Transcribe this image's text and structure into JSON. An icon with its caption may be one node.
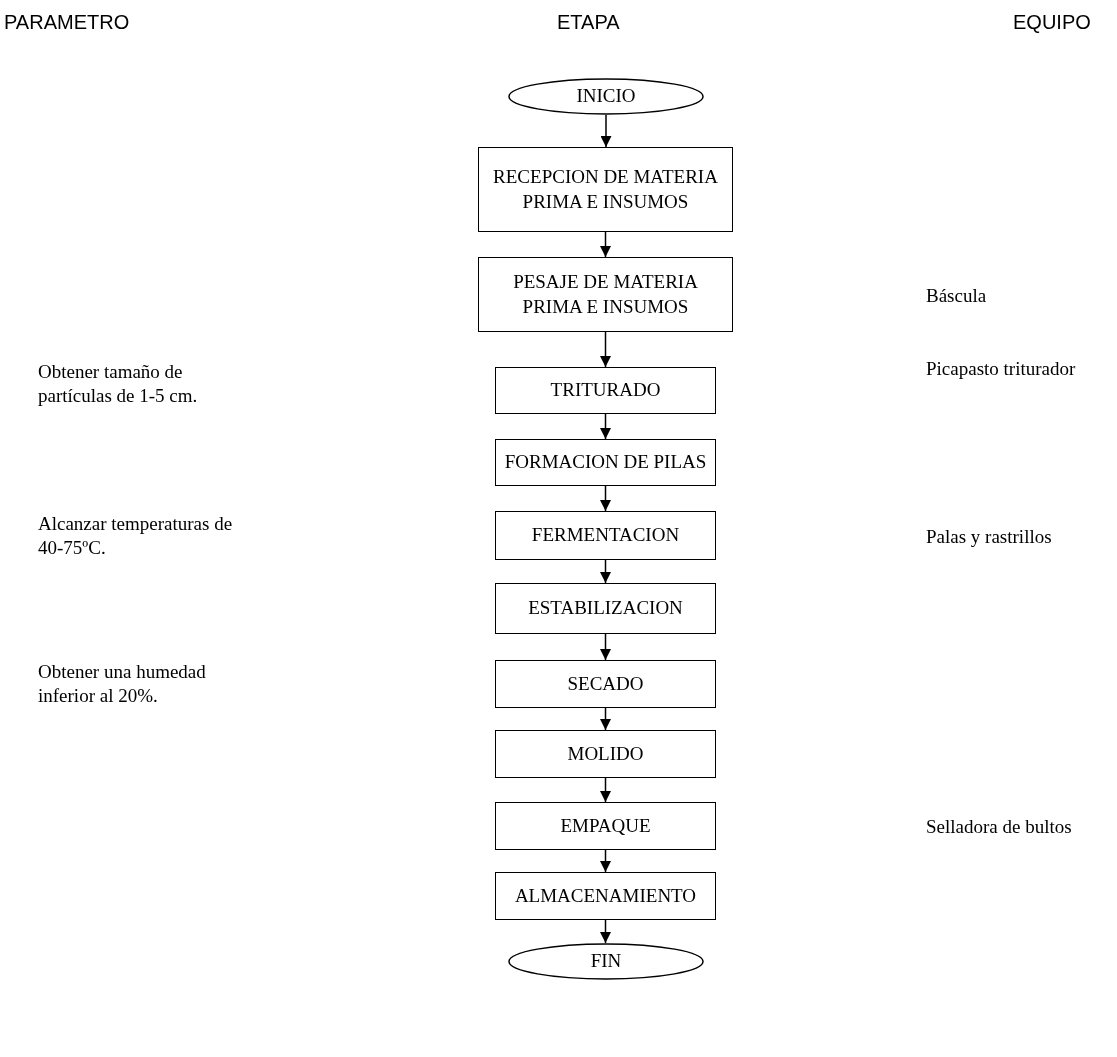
{
  "diagram": {
    "nodes": [
      {
        "text": [
          "INICIO"
        ]
      },
      {
        "text": [
          "RECEPCION DE MATERIA PRIMA E INSUMOS"
        ]
      },
      {
        "text": [
          "PESAJE DE MATERIA PRIMA E INSUMOS"
        ]
      },
      {
        "text": [
          "TRITURADO"
        ]
      },
      {
        "text": [
          "FORMACION DE PILAS"
        ]
      },
      {
        "text": [
          "FERMENTACION"
        ]
      },
      {
        "text": [
          "ESTABILIZACION"
        ]
      },
      {
        "text": [
          "SECADO"
        ]
      },
      {
        "text": [
          "MOLIDO"
        ]
      },
      {
        "text": [
          "EMPAQUE"
        ]
      },
      {
        "text": [
          "ALMACENAMIENTO"
        ]
      },
      {
        "text": [
          "FIN"
        ]
      }
    ],
    "edges": [
      {
        "from": 0,
        "to": 1,
        "arrow": "to"
      },
      {
        "from": 1,
        "to": 2,
        "arrow": "to"
      },
      {
        "from": 2,
        "to": 3,
        "arrow": "to"
      },
      {
        "from": 3,
        "to": 4,
        "arrow": "to"
      },
      {
        "from": 4,
        "to": 5,
        "arrow": "to"
      },
      {
        "from": 5,
        "to": 6,
        "arrow": "to"
      },
      {
        "from": 6,
        "to": 7,
        "arrow": "to"
      },
      {
        "from": 7,
        "to": 8,
        "arrow": "to"
      },
      {
        "from": 8,
        "to": 9,
        "arrow": "to"
      },
      {
        "from": 9,
        "to": 10,
        "arrow": "to"
      },
      {
        "from": 10,
        "to": 11,
        "arrow": "to"
      }
    ],
    "labels": [
      "PARAMETRO",
      "ETAPA",
      "EQUIPO",
      "Báscula",
      "Obtener tamaño de partículas de 1-5 cm.",
      "Picapasto triturador",
      "Alcanzar temperaturas de 40-75ºC.",
      "Palas y rastrillos",
      "Obtener una humedad inferior al 20%.",
      "Selladora de bultos"
    ]
  }
}
